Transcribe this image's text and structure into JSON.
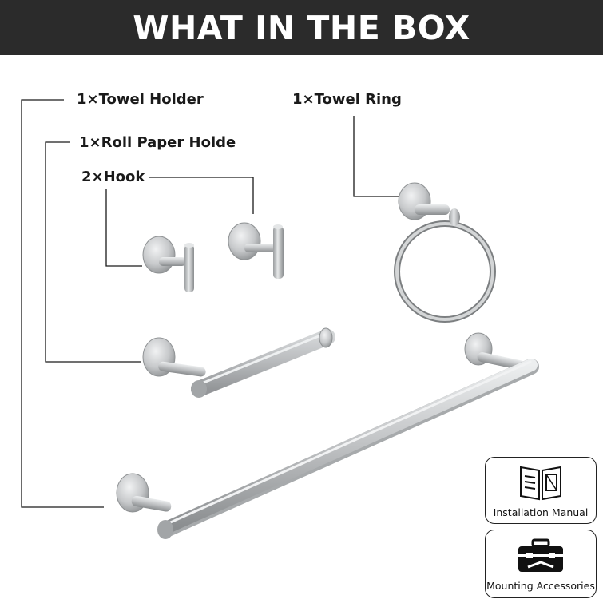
{
  "header": {
    "title": "WHAT IN THE BOX"
  },
  "items": {
    "towel_holder": "1×Towel Holder",
    "roll_paper_holder": "1×Roll Paper Holde",
    "hook": "2×Hook",
    "towel_ring": "1×Towel Ring"
  },
  "extras": {
    "manual": {
      "label": "Installation Manual",
      "icon": "open-book-icon"
    },
    "accessories": {
      "label": "Mounting Accessories",
      "icon": "toolbox-icon"
    }
  },
  "colors": {
    "banner": "#2b2b2b",
    "metal": "#c4c6c8",
    "metal_dark": "#8f9294",
    "line": "#1a1a1a"
  }
}
